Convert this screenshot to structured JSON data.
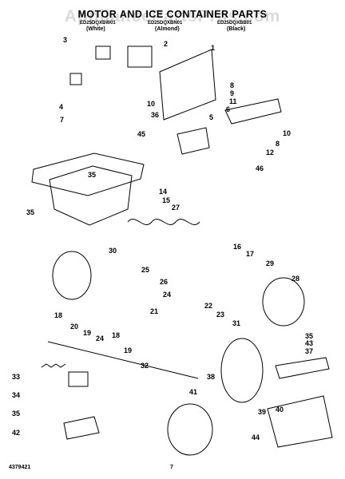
{
  "title": "MOTOR AND ICE CONTAINER PARTS",
  "watermark": "AppliancePartsPros.com",
  "models": [
    "ED25DQXBW01",
    "ED25DQXBN01",
    "ED25DQXBB01"
  ],
  "colors": [
    "(White)",
    "(Almond)",
    "(Black)"
  ],
  "footer_left": "4379421",
  "page_number": "7",
  "callouts": {
    "c1": "1",
    "c2": "2",
    "c3": "3",
    "c4": "4",
    "c5": "5",
    "c6": "6",
    "c7": "7",
    "c8a": "8",
    "c8b": "8",
    "c9": "9",
    "c10a": "10",
    "c10b": "10",
    "c11": "11",
    "c12": "12",
    "c14": "14",
    "c15": "15",
    "c16": "16",
    "c17": "17",
    "c18a": "18",
    "c18b": "18",
    "c19a": "19",
    "c19b": "19",
    "c20": "20",
    "c21": "21",
    "c22": "22",
    "c23": "23",
    "c24a": "24",
    "c24b": "24",
    "c25": "25",
    "c26": "26",
    "c27": "27",
    "c28": "28",
    "c29": "29",
    "c30": "30",
    "c31": "31",
    "c32": "32",
    "c33": "33",
    "c34": "34",
    "c35a": "35",
    "c35b": "35",
    "c35c": "35",
    "c35d": "35",
    "c36": "36",
    "c37": "37",
    "c38": "38",
    "c39": "39",
    "c40": "40",
    "c41": "41",
    "c42": "42",
    "c43": "43",
    "c44": "44",
    "c45": "45",
    "c46": "46"
  }
}
